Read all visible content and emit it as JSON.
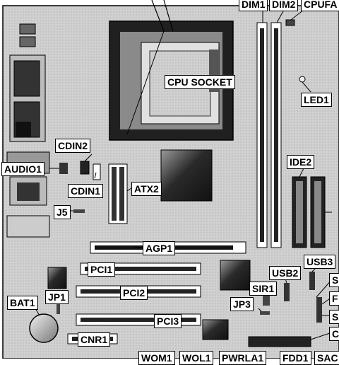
{
  "labels": {
    "cpu_socket": "CPU SOCKET",
    "dim1": "DIM1",
    "dim2": "DIM2",
    "cpufan": "CPUFA",
    "led1": "LED1",
    "cdin2": "CDIN2",
    "audio1": "AUDIO1",
    "cdin1": "CDIN1",
    "atx2": "ATX2",
    "ide2": "IDE2",
    "j5": "J5",
    "agp1": "AGP1",
    "usb3": "USB3",
    "usb2": "USB2",
    "pci1": "PCI1",
    "sir1": "SIR1",
    "pci2": "PCI2",
    "jp1": "JP1",
    "jp3": "JP3",
    "bat1": "BAT1",
    "pci3": "PCI3",
    "cnr1": "CNR1",
    "bottom_1": "WOM1",
    "bottom_2": "WOL1",
    "bottom_3": "PWRLA1",
    "bottom_4": "FDD1",
    "bottom_5": "SAC",
    "right_edge_1": "S",
    "right_edge_2": "F",
    "right_edge_3": "S",
    "right_edge_4": "C"
  },
  "colors": {
    "board": "#d4d4d4",
    "outline": "#000000",
    "label_bg": "#ffffff"
  }
}
